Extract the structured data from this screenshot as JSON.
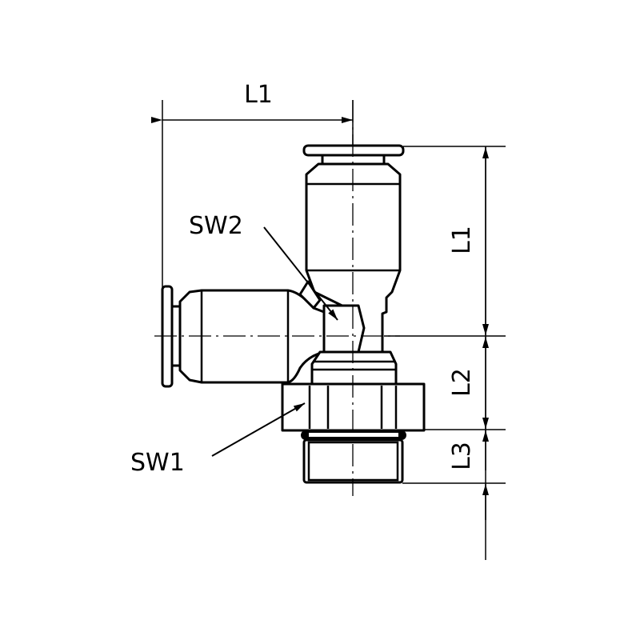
{
  "dimensions": {
    "top_l1": "L1",
    "right_l1": "L1",
    "right_l2": "L2",
    "right_l3": "L3"
  },
  "callouts": {
    "sw1": "SW1",
    "sw2": "SW2"
  }
}
